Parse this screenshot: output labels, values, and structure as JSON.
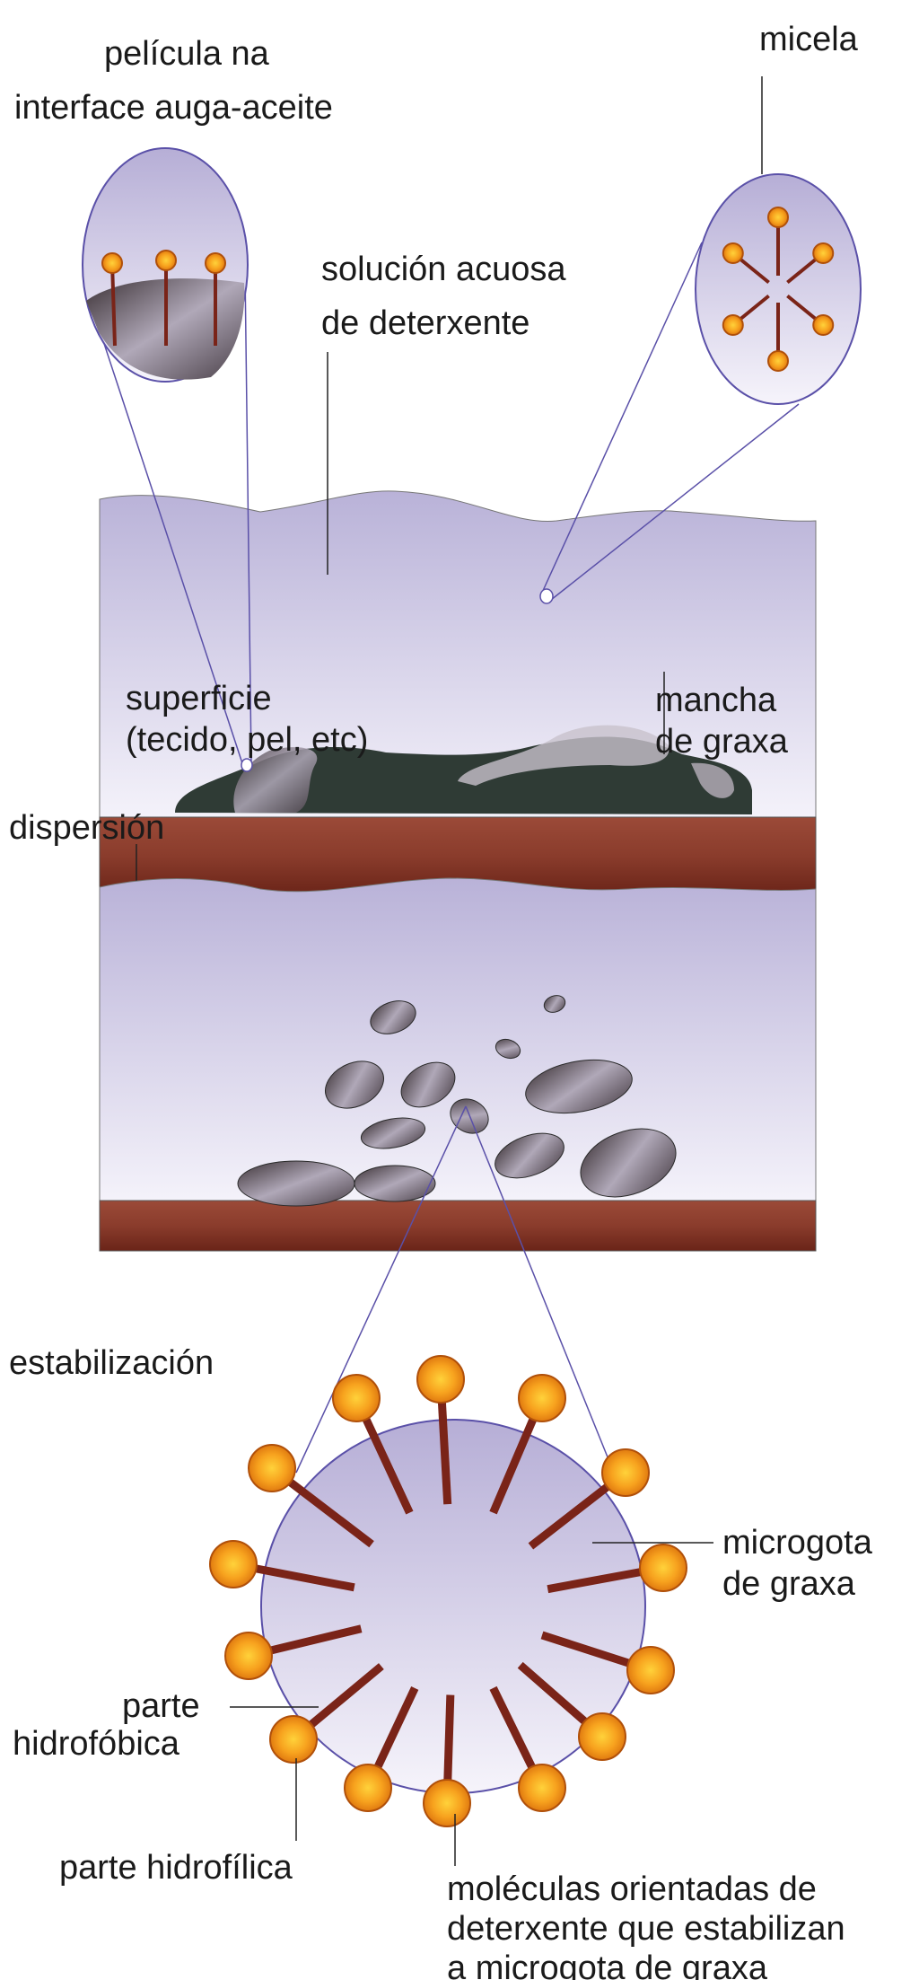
{
  "labels": {
    "pelicula_line1": "película na",
    "pelicula_line2": "interface auga-aceite",
    "micela": "micela",
    "solucion_line1": "solución acuosa",
    "solucion_line2": "de deterxente",
    "superficie_line1": "superficie",
    "superficie_line2": "(tecido, pel, etc)",
    "mancha_line1": "mancha",
    "mancha_line2": "de graxa",
    "dispersion": "dispersión",
    "estabilizacion": "estabilización",
    "microgota_line1": "microgota",
    "microgota_line2": "de graxa",
    "hidrofobica_line1": "parte",
    "hidrofobica_line2": "hidrofóbica",
    "hidrofilica": "parte hidrofílica",
    "moleculas_line1": "moléculas orientadas de",
    "moleculas_line2": "deterxente que estabilizan",
    "moleculas_line3": "a microgota de graxa"
  },
  "colors": {
    "water": "#bdb6da",
    "surface": "#8a3a2a",
    "grease": "#2d3a33",
    "head": "#f39a1c",
    "tail": "#7a2418",
    "outline": "#5a50a8"
  }
}
